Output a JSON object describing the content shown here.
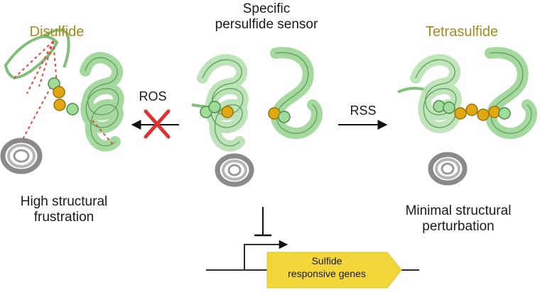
{
  "left": {
    "title": "Disulfide",
    "caption_line1": "High structural",
    "caption_line2": "frustration"
  },
  "center": {
    "title_line1": "Specific",
    "title_line2": "persulfide sensor"
  },
  "right": {
    "title": "Tetrasulfide",
    "caption_line1": "Minimal structural",
    "caption_line2": "perturbation"
  },
  "arrows": {
    "left_label": "ROS",
    "right_label": "RSS"
  },
  "gene": {
    "label_line1": "Sulfide",
    "label_line2": "responsive genes"
  },
  "colors": {
    "title_gold": "#a88a1c",
    "helix_green": "#a6d9a0",
    "helix_edge": "#5c9a58",
    "sulfur_gold": "#e0a812",
    "coil_gray": "#8a8a8a",
    "inhibit_cross": "#e03030",
    "gene_fill": "#f3d63a"
  }
}
